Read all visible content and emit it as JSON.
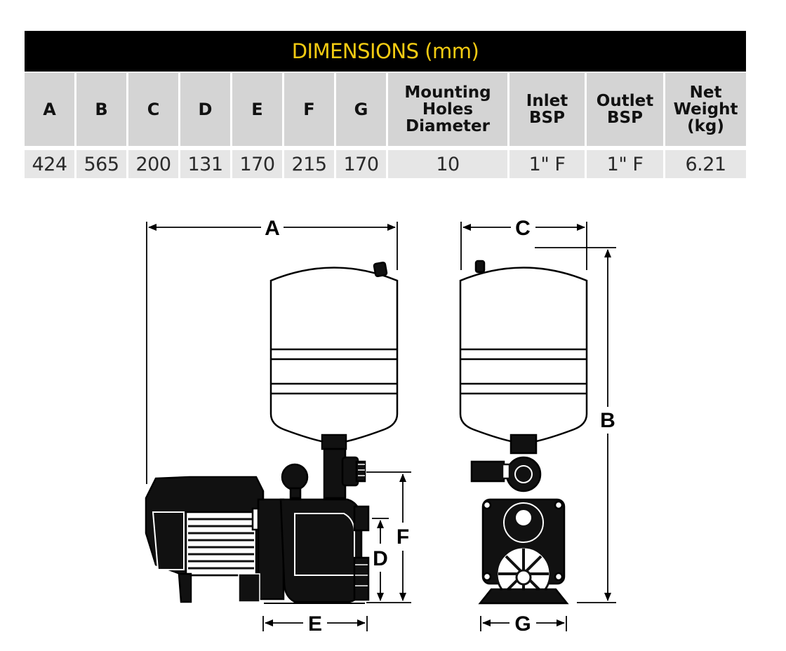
{
  "table": {
    "title": "DIMENSIONS (mm)",
    "headers": [
      "A",
      "B",
      "C",
      "D",
      "E",
      "F",
      "G",
      "Mounting Holes Diameter",
      "Inlet BSP",
      "Outlet BSP",
      "Net Weight (kg)"
    ],
    "values": [
      "424",
      "565",
      "200",
      "131",
      "170",
      "215",
      "170",
      "10",
      "1\" F",
      "1\" F",
      "6.21"
    ]
  },
  "diagram": {
    "labels": {
      "a": "A",
      "b": "B",
      "c": "C",
      "d": "D",
      "e": "E",
      "f": "F",
      "g": "G"
    }
  }
}
